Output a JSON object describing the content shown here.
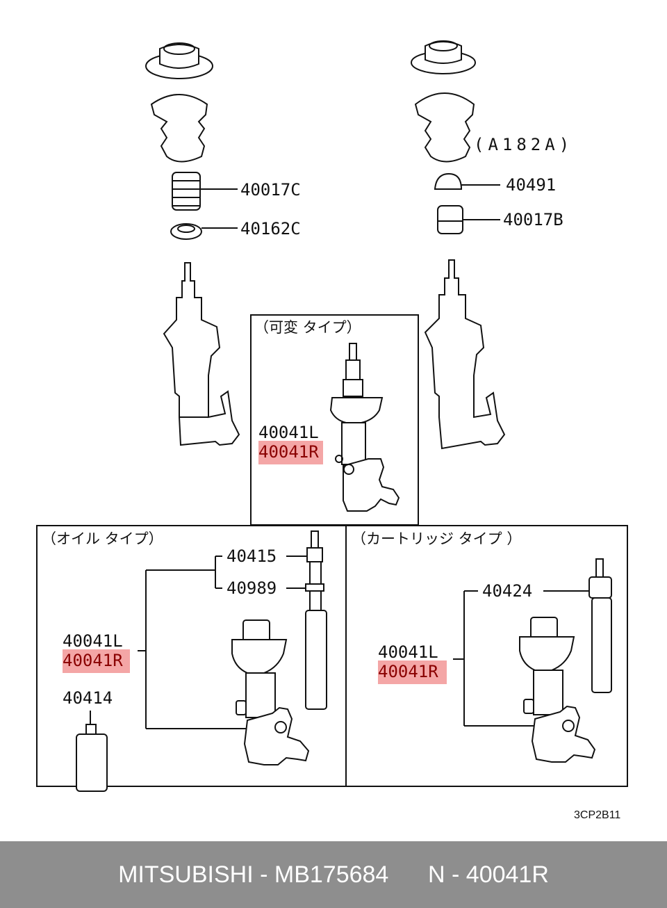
{
  "labels": {
    "p40017C": "40017C",
    "p40162C": "40162C",
    "p40491": "40491",
    "p40017B": "40017B",
    "a182a": "(A182A)",
    "box_variable_title": "（可変 タイプ）",
    "var_L": "40041L",
    "var_R": "40041R",
    "box_oil_title": "（オイル タイプ）",
    "oil_40415": "40415",
    "oil_40989": "40989",
    "oil_L": "40041L",
    "oil_R": "40041R",
    "oil_40414": "40414",
    "box_cart_title": "（カートリッジ タイプ ）",
    "cart_40424": "40424",
    "cart_L": "40041L",
    "cart_R": "40041R",
    "diagram_code": "3CP2B11"
  },
  "colors": {
    "highlight_bg": "#f4a6a6",
    "highlight_text": "#8a0000",
    "footer_bg": "#8e8e8e",
    "footer_text": "#ffffff"
  },
  "footer": {
    "text": "MITSUBISHI - MB175684      N - 40041R"
  }
}
